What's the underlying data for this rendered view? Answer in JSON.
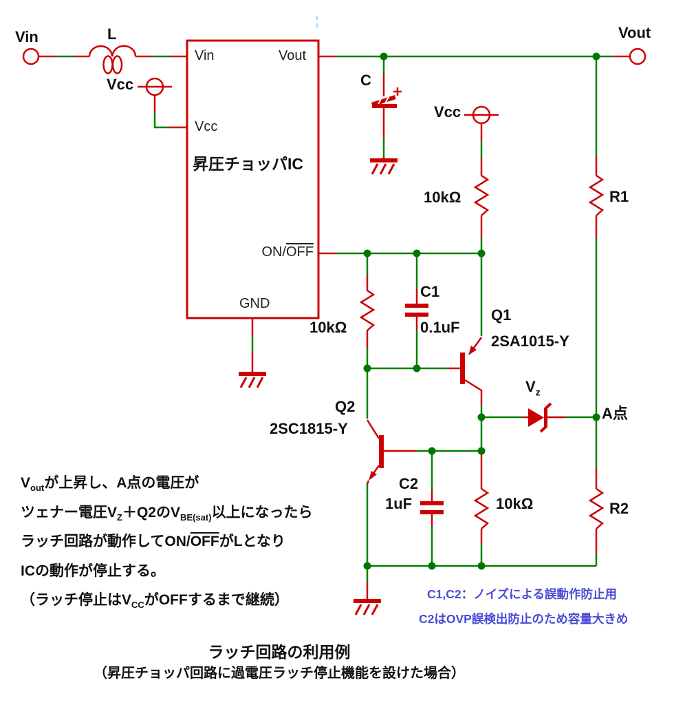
{
  "labels": {
    "vin": "Vin",
    "inductor": "L",
    "vcc_left": "Vcc",
    "vout": "Vout",
    "cap_main": "C",
    "vcc_right": "Vcc",
    "r_pullup": "10kΩ",
    "r1": "R1",
    "r_onoff": "10kΩ",
    "c1_name": "C1",
    "c1_value": "0.1uF",
    "q1_name": "Q1",
    "q1_part": "2SA1015-Y",
    "q2_name": "Q2",
    "q2_part": "2SC1815-Y",
    "zener_v": "V",
    "zener_sub": "z",
    "node_a": "A点",
    "c2_name": "C2",
    "c2_value": "1uF",
    "r_base": "10kΩ",
    "r2": "R2"
  },
  "ic": {
    "title": "昇圧チョッパIC",
    "pin_vin": "Vin",
    "pin_vout": "Vout",
    "pin_vcc": "Vcc",
    "pin_onoff_prefix": "ON/",
    "pin_onoff_overline": "OFF",
    "pin_gnd": "GND"
  },
  "explanation": {
    "l1_v": "V",
    "l1_sub": "out",
    "l1_rest": "が上昇し、A点の電圧が",
    "l2_a": "ツェナー電圧V",
    "l2_sub1": "Z",
    "l2_b": "＋Q2のV",
    "l2_sub2": "BE(sat)",
    "l2_c": "以上になったら",
    "l3_a": "ラッチ回路が動作してON/",
    "l3_ovl": "OFF",
    "l3_b": "がLとなり",
    "l4": "ICの動作が停止する。",
    "l5_a": "（ラッチ停止はV",
    "l5_sub": "CC",
    "l5_b": "がOFFするまで継続）"
  },
  "blue_notes": {
    "line1": "C1,C2：ノイズによる誤動作防止用",
    "line2": "C2はOVP誤検出防止のため容量大きめ"
  },
  "caption": {
    "title": "ラッチ回路の利用例",
    "subtitle": "（昇圧チョッパ回路に過電圧ラッチ停止機能を設けた場合）"
  },
  "colors": {
    "wire": "#008000",
    "component": "#cc0000",
    "junction": "#007700",
    "note_blue": "#4a4ad6",
    "artifact_blue": "#a5dcf5"
  }
}
